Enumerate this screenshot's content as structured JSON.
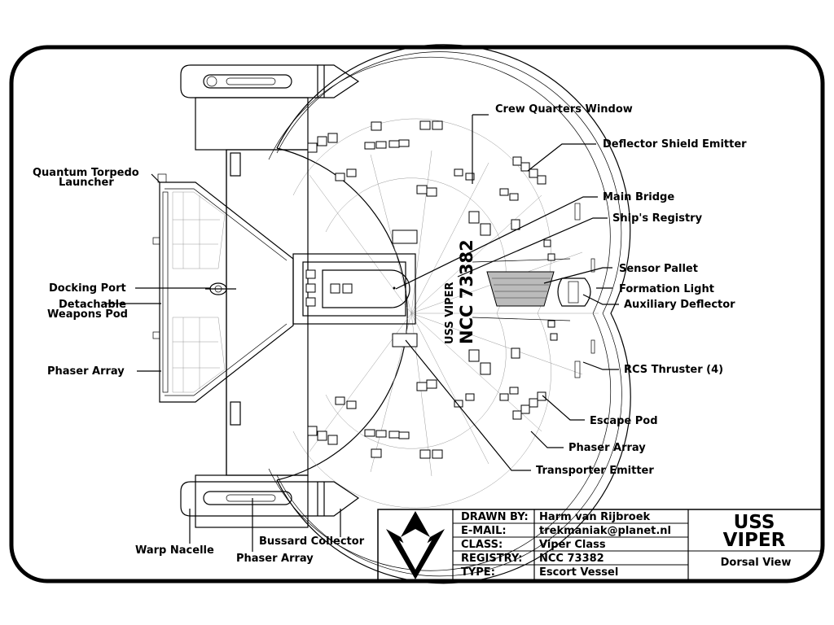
{
  "labels": {
    "crew_quarters_window": "Crew Quarters Window",
    "deflector_shield_emitter": "Deflector Shield Emitter",
    "quantum_torpedo_1": "Quantum Torpedo",
    "quantum_torpedo_2": "Launcher",
    "main_bridge": "Main Bridge",
    "ships_registry": "Ship's Registry",
    "sensor_pallet": "Sensor Pallet",
    "docking_port": "Docking Port",
    "formation_light": "Formation Light",
    "detachable_1": "Detachable",
    "detachable_2": "Weapons Pod",
    "auxiliary_deflector": "Auxiliary Deflector",
    "phaser_array_left": "Phaser Array",
    "rcs_thruster": "RCS Thruster (4)",
    "escape_pod": "Escape Pod",
    "phaser_array_right": "Phaser Array",
    "transporter_emitter": "Transporter Emitter",
    "bussard_collector": "Bussard Collector",
    "warp_nacelle": "Warp Nacelle",
    "phaser_array_bottom": "Phaser Array"
  },
  "hull_registry": {
    "line1": "USS VIPER",
    "line2": "NCC 73382"
  },
  "title_block": {
    "rows": [
      {
        "key": "DRAWN BY:",
        "value": "Harm van Rijbroek"
      },
      {
        "key": "E-MAIL:",
        "value": "trekmaniak@planet.nl"
      },
      {
        "key": "CLASS:",
        "value": "Viper Class"
      },
      {
        "key": "REGISTRY:",
        "value": "NCC 73382"
      },
      {
        "key": "TYPE:",
        "value": "Escort Vessel"
      }
    ],
    "ship_line1": "USS",
    "ship_line2": "VIPER",
    "view": "Dorsal View"
  }
}
